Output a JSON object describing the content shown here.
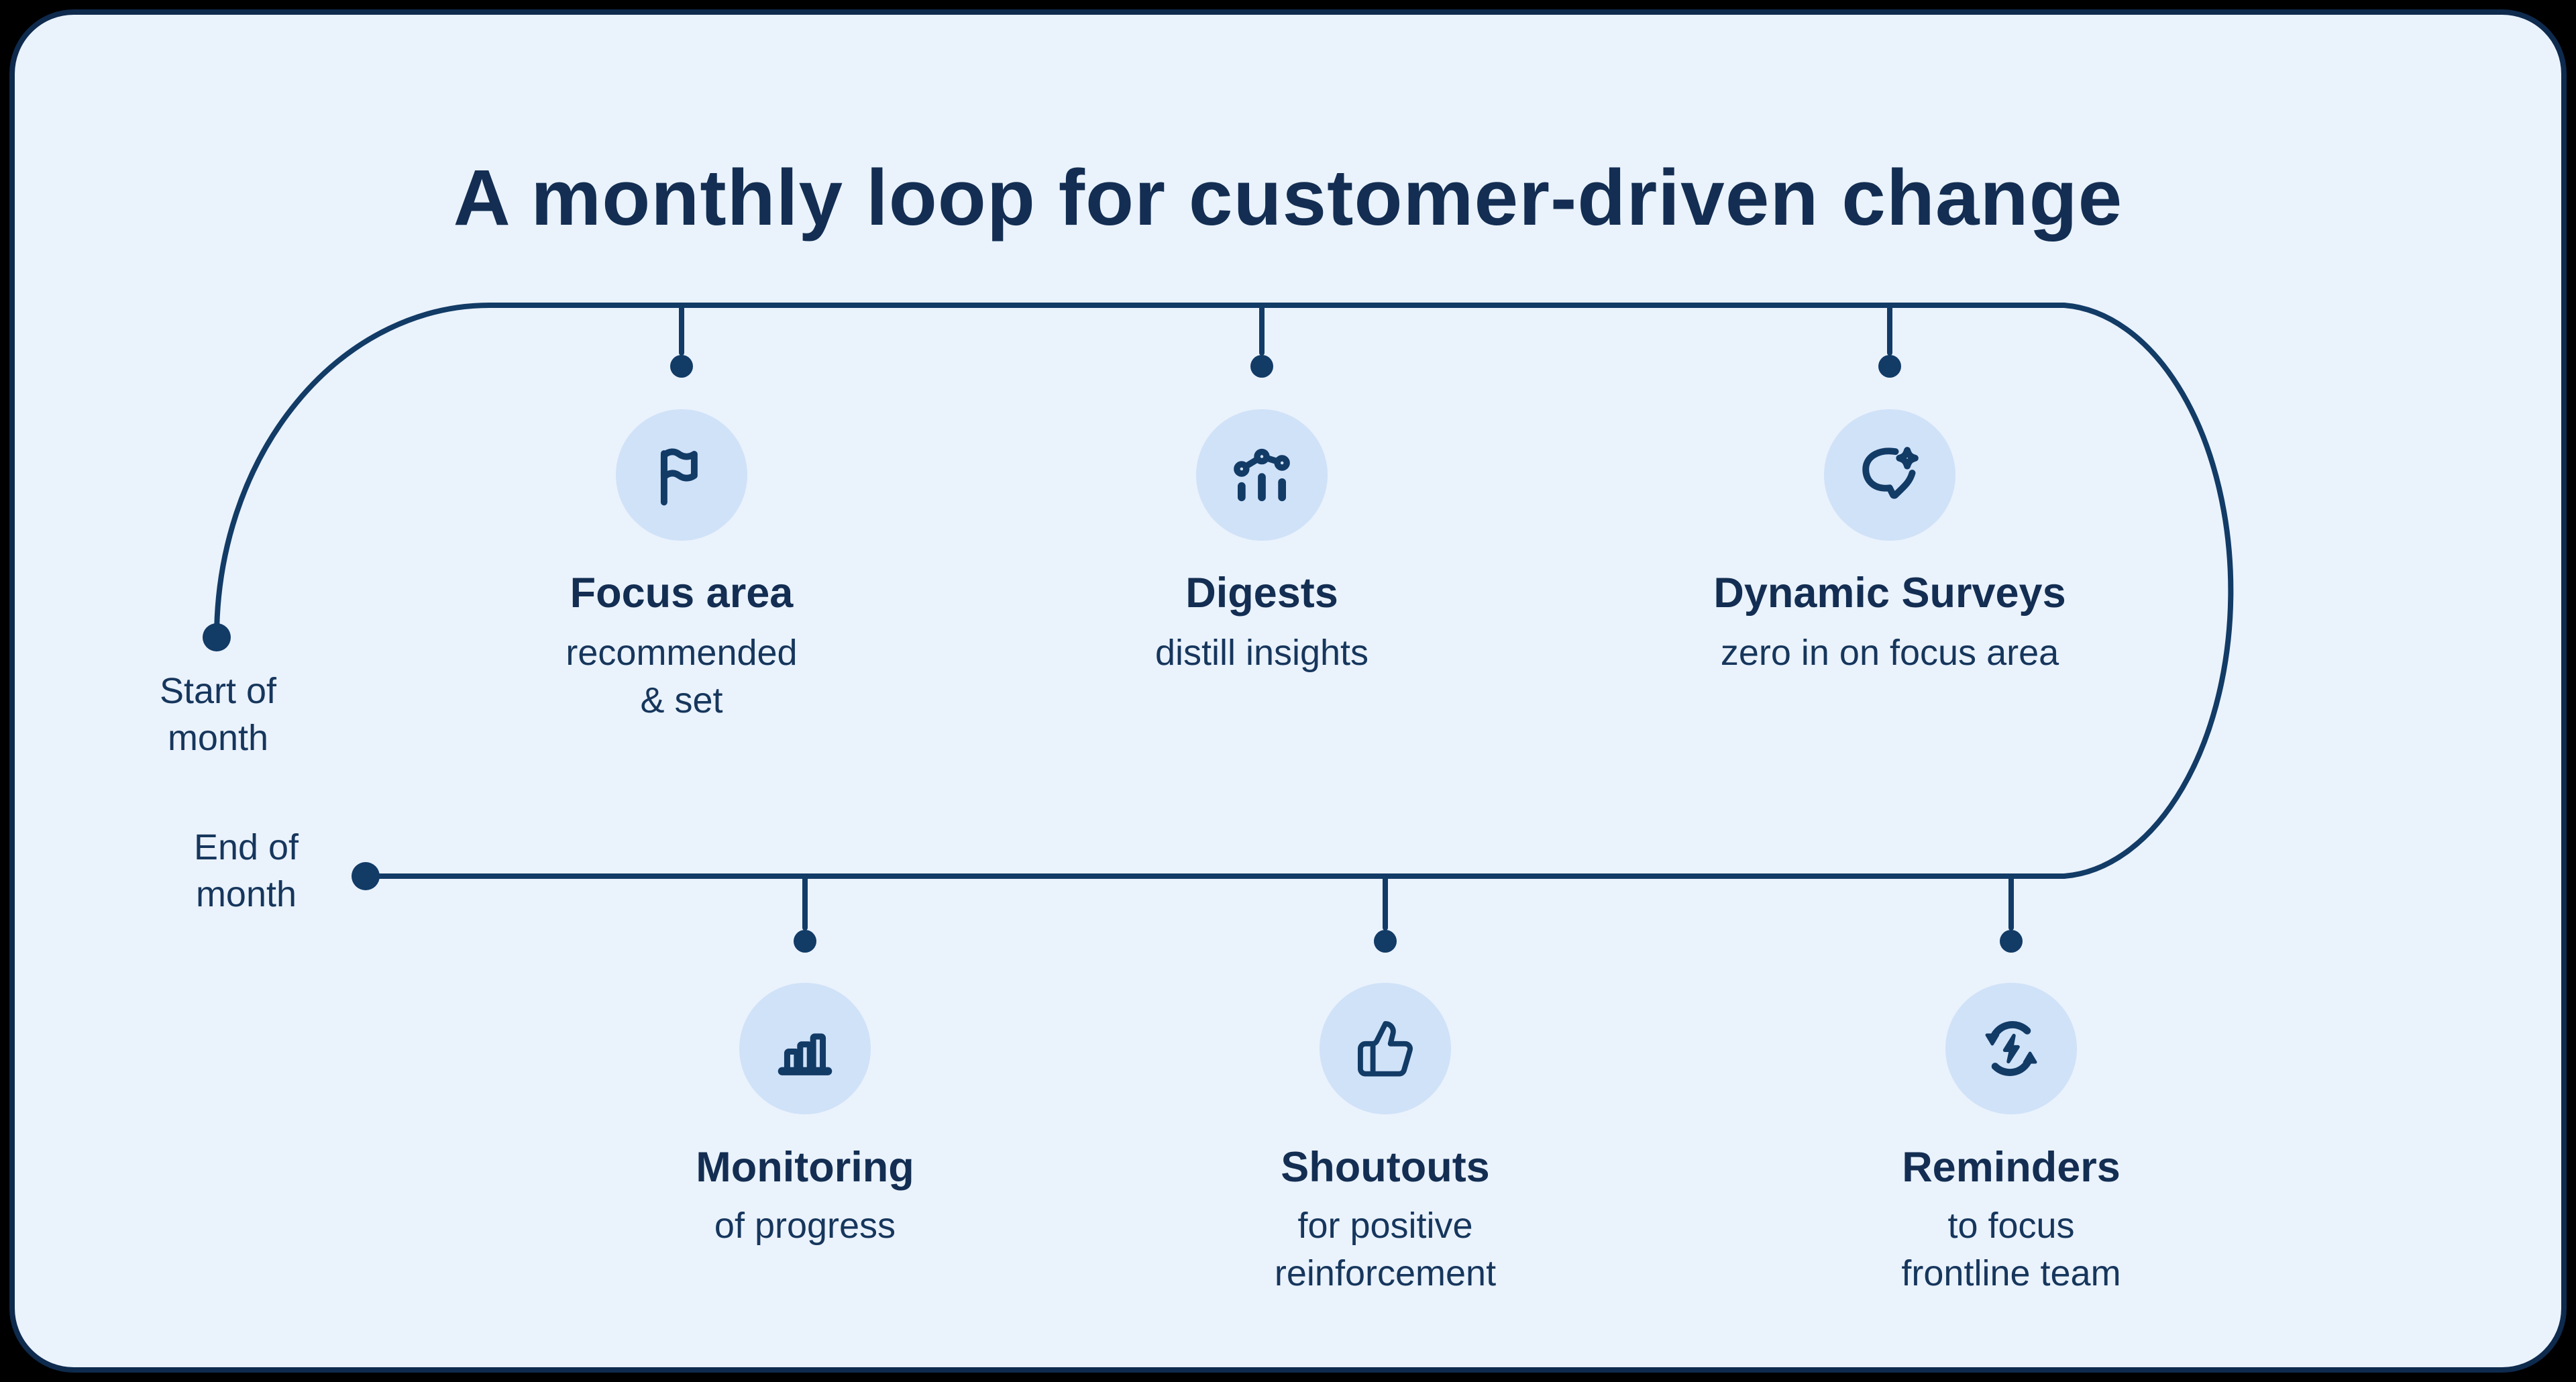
{
  "title": "A monthly loop for customer-driven change",
  "colors": {
    "outer_background": "#000000",
    "card_background": "#eaf2fc",
    "card_border": "#0e2a4d",
    "navy_text": "#132e52",
    "line": "#123b66",
    "icon_circle": "#d0e2f8"
  },
  "timeline": {
    "start_label": "Start of\nmonth",
    "end_label": "End of\nmonth"
  },
  "steps": [
    {
      "icon": "flag-icon",
      "title": "Focus area",
      "subtitle": "recommended\n& set",
      "row": "top"
    },
    {
      "icon": "trend-chart-icon",
      "title": "Digests",
      "subtitle": "distill insights",
      "row": "top"
    },
    {
      "icon": "chat-sparkle-icon",
      "title": "Dynamic Surveys",
      "subtitle": "zero in on focus area",
      "row": "top"
    },
    {
      "icon": "bar-chart-icon",
      "title": "Monitoring",
      "subtitle": "of progress",
      "row": "bottom"
    },
    {
      "icon": "thumbs-up-icon",
      "title": "Shoutouts",
      "subtitle": "for positive\nreinforcement",
      "row": "bottom"
    },
    {
      "icon": "sync-bolt-icon",
      "title": "Reminders",
      "subtitle": "to focus\nfrontline team",
      "row": "bottom"
    }
  ]
}
